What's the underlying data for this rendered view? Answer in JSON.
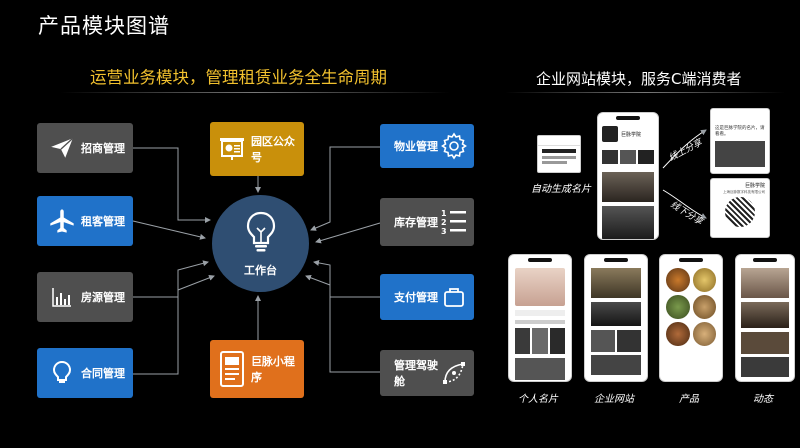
{
  "page_title": "产品模块图谱",
  "left_section": {
    "title": "运营业务模块，管理租赁业务全生命周期",
    "hub_label": "工作台",
    "left_tiles": [
      {
        "label": "招商管理",
        "icon": "paper-plane-icon",
        "color": "#4f4f4f"
      },
      {
        "label": "租客管理",
        "icon": "airplane-icon",
        "color": "#2072c9"
      },
      {
        "label": "房源管理",
        "icon": "bar-chart-icon",
        "color": "#4f4f4f"
      },
      {
        "label": "合同管理",
        "icon": "lightbulb-icon",
        "color": "#2072c9"
      }
    ],
    "top_tile": {
      "label": "园区公众号",
      "icon": "presentation-board-icon",
      "color": "#c9900b"
    },
    "bottom_tile": {
      "label": "巨脉小程序",
      "icon": "document-icon",
      "color": "#e0701c"
    },
    "right_tiles": [
      {
        "label": "物业管理",
        "icon": "gear-icon",
        "color": "#2072c9"
      },
      {
        "label": "库存管理",
        "icon": "numbered-list-icon",
        "color": "#4f4f4f"
      },
      {
        "label": "支付管理",
        "icon": "bag-icon",
        "color": "#2072c9"
      },
      {
        "label": "管理驾驶舱",
        "icon": "bezier-pen-icon",
        "color": "#4f4f4f"
      }
    ]
  },
  "right_section": {
    "title": "企业网站模块，服务C端消费者",
    "flow_labels": {
      "auto_card": "自动生成名片",
      "online_share": "线上分享",
      "offline_share": "线下分享"
    },
    "mockup_texts": {
      "brand": "巨脉学院",
      "wechat_text": "这是巨脉学院的名片，请看看。",
      "company_line": "上海巨脉数字科技有限公司"
    },
    "phone_captions": [
      "个人名片",
      "企业网站",
      "产品",
      "动态"
    ]
  },
  "colors": {
    "yellow_title": "#f2c12e",
    "blue": "#2072c9",
    "grey": "#4f4f4f",
    "hub": "#2f4e72",
    "gold": "#c9900b",
    "orange": "#e0701c"
  }
}
